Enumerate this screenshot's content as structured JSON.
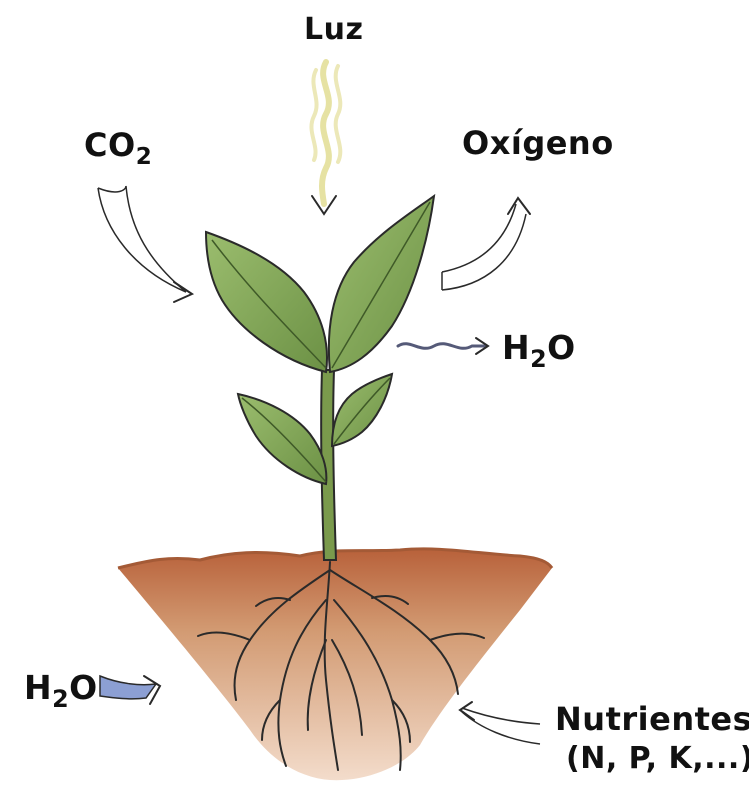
{
  "labels": {
    "light": "Luz",
    "co2_main": "CO",
    "co2_sub": "2",
    "oxygen": "Oxígeno",
    "h2o_leaf_h": "H",
    "h2o_leaf_sub": "2",
    "h2o_leaf_o": "O",
    "h2o_soil_h": "H",
    "h2o_soil_sub": "2",
    "h2o_soil_o": "O",
    "nutrients": "Nutrientes",
    "nutrients_detail": "(N, P, K,...)"
  },
  "colors": {
    "leaf": "#86a85a",
    "leaf_dark": "#5c7f3a",
    "stem": "#7a9a4c",
    "soil": "#c98a63",
    "soil_dark": "#a9623f",
    "light_ray": "#e6e2a3",
    "water": "#8c9fd3",
    "outline": "#2a2a2a"
  },
  "icons": {
    "light_arrow": "wavy-down-arrow",
    "co2_arrow": "curved-right-arrow",
    "oxygen_arrow": "curved-up-arrow",
    "transpiration_arrow": "wavy-right-arrow",
    "water_arrow": "water-arrow",
    "nutrient_arrow": "nutrient-arrow"
  }
}
